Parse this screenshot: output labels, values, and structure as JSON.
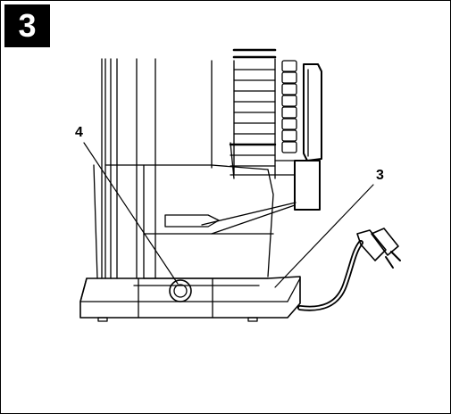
{
  "figure": {
    "step_number": "3",
    "callouts": [
      {
        "id": "4",
        "label": "4",
        "target": "power button"
      },
      {
        "id": "3",
        "label": "3",
        "target": "base"
      }
    ]
  },
  "colors": {
    "line": "#000000",
    "background": "#ffffff",
    "badge_bg": "#000000",
    "badge_text": "#ffffff"
  },
  "icons": [
    "power-button-icon",
    "plug-icon",
    "cable-icon"
  ]
}
